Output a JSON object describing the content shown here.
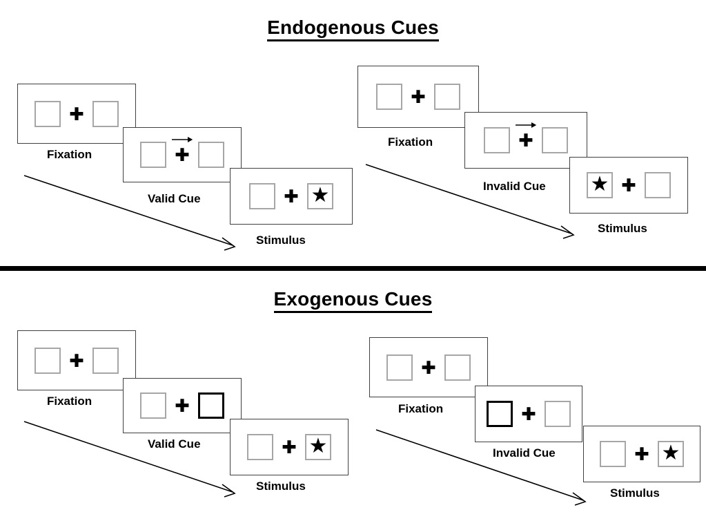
{
  "figure": {
    "title": "Posner cueing paradigm: endogenous and exogenous cues",
    "colors": {
      "panel_border": "#3f3f3f",
      "box_border": "#a6a6a6",
      "cued_box_border": "#000000",
      "ink": "#000000",
      "background": "#ffffff"
    }
  },
  "sections": [
    {
      "id": "endogenous",
      "title": "Endogenous Cues",
      "sequences": [
        {
          "id": "endogenous-valid",
          "frames": [
            {
              "caption": "Fixation",
              "left_box": {
                "cued": false,
                "stimulus": ""
              },
              "right_box": {
                "cued": false,
                "stimulus": ""
              },
              "center": {
                "fixation": "plus",
                "arrow": ""
              }
            },
            {
              "caption": "Valid Cue",
              "left_box": {
                "cued": false,
                "stimulus": ""
              },
              "right_box": {
                "cued": false,
                "stimulus": ""
              },
              "center": {
                "fixation": "plus",
                "arrow": "right-arrow-cue"
              }
            },
            {
              "caption": "Stimulus",
              "left_box": {
                "cued": false,
                "stimulus": ""
              },
              "right_box": {
                "cued": false,
                "stimulus": "★"
              },
              "center": {
                "fixation": "plus",
                "arrow": ""
              }
            }
          ]
        },
        {
          "id": "endogenous-invalid",
          "frames": [
            {
              "caption": "Fixation",
              "left_box": {
                "cued": false,
                "stimulus": ""
              },
              "right_box": {
                "cued": false,
                "stimulus": ""
              },
              "center": {
                "fixation": "plus",
                "arrow": ""
              }
            },
            {
              "caption": "Invalid Cue",
              "left_box": {
                "cued": false,
                "stimulus": ""
              },
              "right_box": {
                "cued": false,
                "stimulus": ""
              },
              "center": {
                "fixation": "plus",
                "arrow": "right-arrow-cue"
              }
            },
            {
              "caption": "Stimulus",
              "left_box": {
                "cued": false,
                "stimulus": "★"
              },
              "right_box": {
                "cued": false,
                "stimulus": ""
              },
              "center": {
                "fixation": "plus",
                "arrow": ""
              }
            }
          ]
        }
      ]
    },
    {
      "id": "exogenous",
      "title": "Exogenous Cues",
      "sequences": [
        {
          "id": "exogenous-valid",
          "frames": [
            {
              "caption": "Fixation",
              "left_box": {
                "cued": false,
                "stimulus": ""
              },
              "right_box": {
                "cued": false,
                "stimulus": ""
              },
              "center": {
                "fixation": "plus",
                "arrow": ""
              }
            },
            {
              "caption": "Valid Cue",
              "left_box": {
                "cued": false,
                "stimulus": ""
              },
              "right_box": {
                "cued": true,
                "stimulus": ""
              },
              "center": {
                "fixation": "plus",
                "arrow": ""
              }
            },
            {
              "caption": "Stimulus",
              "left_box": {
                "cued": false,
                "stimulus": ""
              },
              "right_box": {
                "cued": false,
                "stimulus": "★"
              },
              "center": {
                "fixation": "plus",
                "arrow": ""
              }
            }
          ]
        },
        {
          "id": "exogenous-invalid",
          "frames": [
            {
              "caption": "Fixation",
              "left_box": {
                "cued": false,
                "stimulus": ""
              },
              "right_box": {
                "cued": false,
                "stimulus": ""
              },
              "center": {
                "fixation": "plus",
                "arrow": ""
              }
            },
            {
              "caption": "Invalid Cue",
              "left_box": {
                "cued": true,
                "stimulus": ""
              },
              "right_box": {
                "cued": false,
                "stimulus": ""
              },
              "center": {
                "fixation": "plus",
                "arrow": ""
              }
            },
            {
              "caption": "Stimulus",
              "left_box": {
                "cued": false,
                "stimulus": ""
              },
              "right_box": {
                "cued": false,
                "stimulus": "★"
              },
              "center": {
                "fixation": "plus",
                "arrow": ""
              }
            }
          ]
        }
      ]
    }
  ]
}
